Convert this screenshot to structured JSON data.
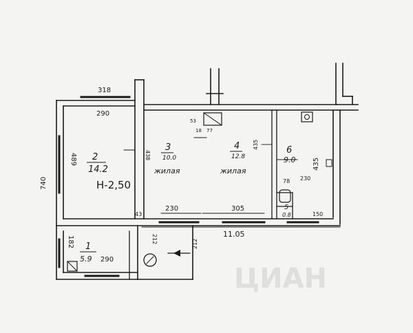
{
  "rooms": [
    {
      "number": "1",
      "area": "5.9"
    },
    {
      "number": "2",
      "area": "14.2"
    },
    {
      "number": "3",
      "area": "10.0"
    },
    {
      "number": "4",
      "area": "12.8"
    },
    {
      "number": "5",
      "area": "0.8"
    },
    {
      "number": "6",
      "area": "9.0"
    }
  ],
  "room_types": {
    "room3": "жилая",
    "room4": "жилая"
  },
  "ceiling_height": "Н-2,50",
  "dimensions": {
    "top_window": "318",
    "room2_width": "290",
    "room2_height": "489",
    "left_outer": "740",
    "room3_side": "438",
    "wall_43": "43",
    "room3_bottom": "230",
    "room4_bottom": "305",
    "room4_side": "435",
    "room6_width": "230",
    "room6_side": "435",
    "bottom_right": "150",
    "total_length": "11.05",
    "room1_side": "182",
    "room1_width": "290",
    "hall_212_a": "212",
    "hall_212_b": "212",
    "small_53": "53",
    "small_18": "18",
    "small_77": "77",
    "small_78": "78"
  },
  "watermark": "ЦИАН"
}
